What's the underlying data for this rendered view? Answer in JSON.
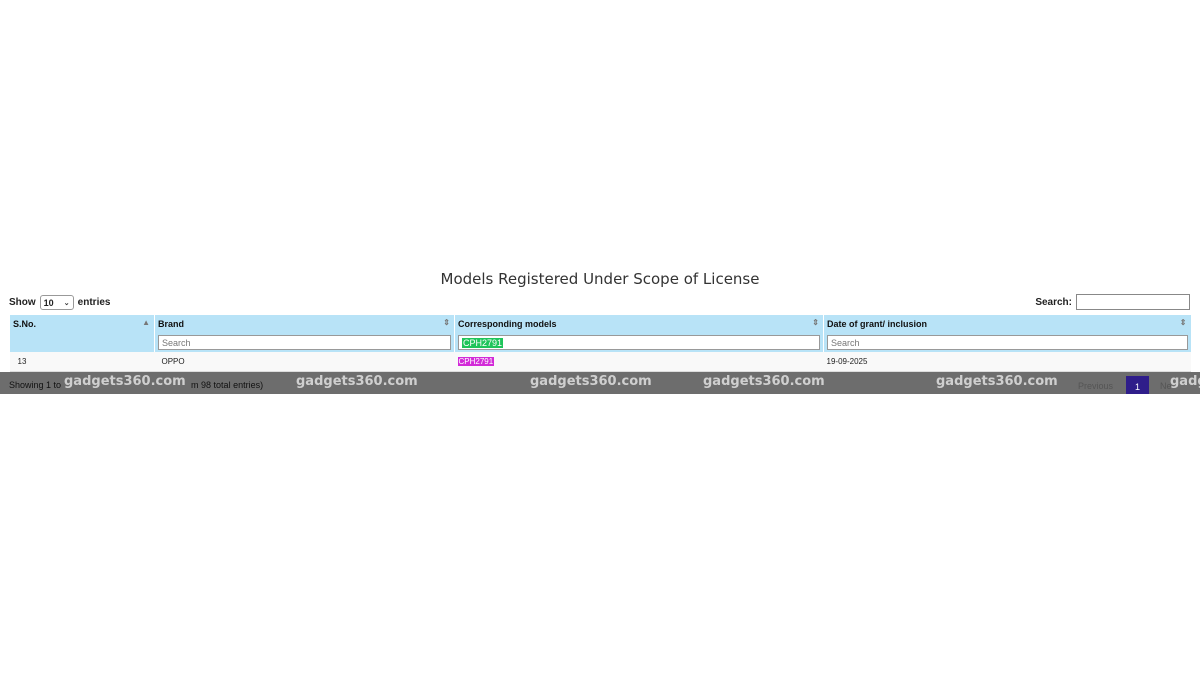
{
  "title": "Models Registered Under Scope of License",
  "length_control": {
    "show_label": "Show",
    "selected": "10",
    "entries_label": "entries"
  },
  "search": {
    "label": "Search:",
    "value": ""
  },
  "table": {
    "columns": [
      "S.No.",
      "Brand",
      "Corresponding models",
      "Date of grant/ inclusion"
    ],
    "filters": {
      "brand_placeholder": "Search",
      "models_value": "CPH2791",
      "date_placeholder": "Search"
    },
    "rows": [
      {
        "sno": "13",
        "brand": "OPPO",
        "model": "CPH2791",
        "date": "19-09-2025"
      }
    ]
  },
  "footer": {
    "info_start": "Showing 1 to",
    "info_end": "m 98 total entries)",
    "watermarks": [
      "gadgets360.com",
      "gadgets360.com",
      "gadgets360.com",
      "gadgets360.com",
      "gadgets360.com",
      "gadg"
    ]
  },
  "pagination": {
    "previous": "Previous",
    "current": "1",
    "next": "Ne"
  },
  "colors": {
    "header_bg": "#b8e3f7",
    "highlight_green": "#1ec45a",
    "highlight_magenta": "#d22bd8",
    "watermark_bar": "#6d6d6d",
    "active_page": "#2f1d8a"
  }
}
